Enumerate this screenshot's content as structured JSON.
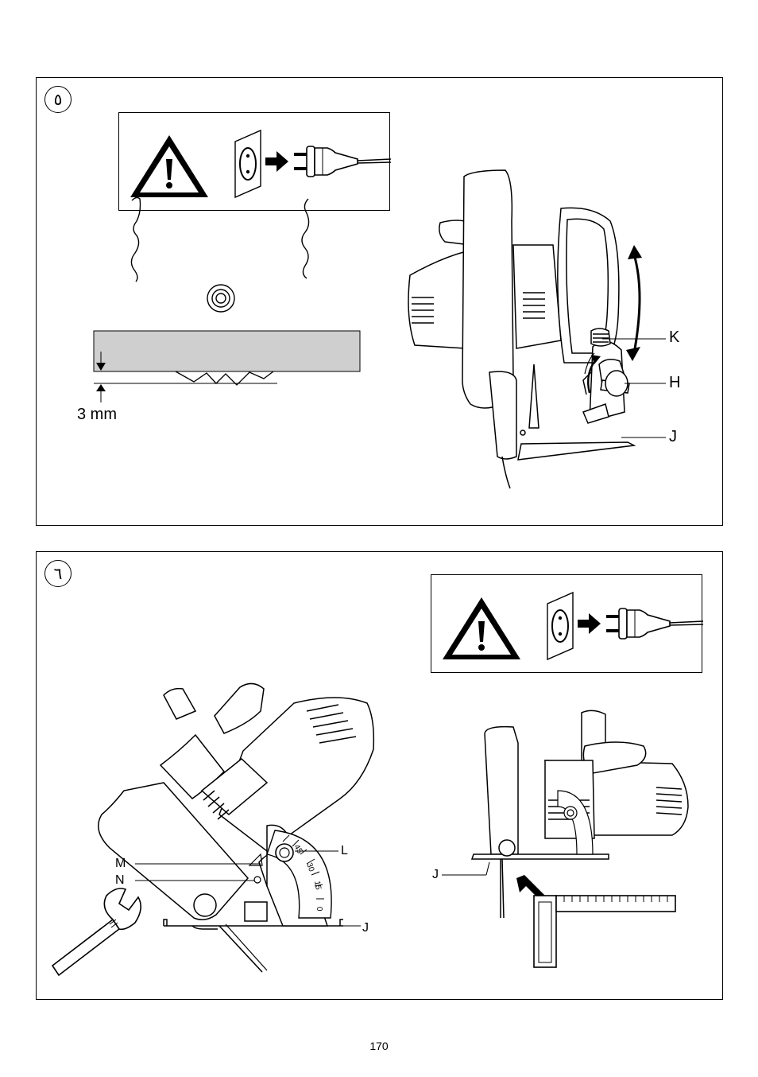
{
  "page": {
    "number": "170"
  },
  "panel5": {
    "step": "٥",
    "depth_label": "3 mm",
    "labels": {
      "k": "K",
      "h": "H",
      "j": "J"
    },
    "icons": [
      "warning-triangle-icon",
      "wall-socket-icon",
      "unplug-arrow-icon",
      "plug-icon"
    ]
  },
  "panel6": {
    "step": "٦",
    "labels": {
      "l": "L",
      "m": "M",
      "n": "N",
      "j_left": "J",
      "j_right": "J"
    },
    "scale_ticks": [
      "45",
      "30",
      "15",
      "0"
    ],
    "icons": [
      "warning-triangle-icon",
      "wall-socket-icon",
      "unplug-arrow-icon",
      "plug-icon",
      "wrench-icon",
      "try-square-icon"
    ]
  }
}
